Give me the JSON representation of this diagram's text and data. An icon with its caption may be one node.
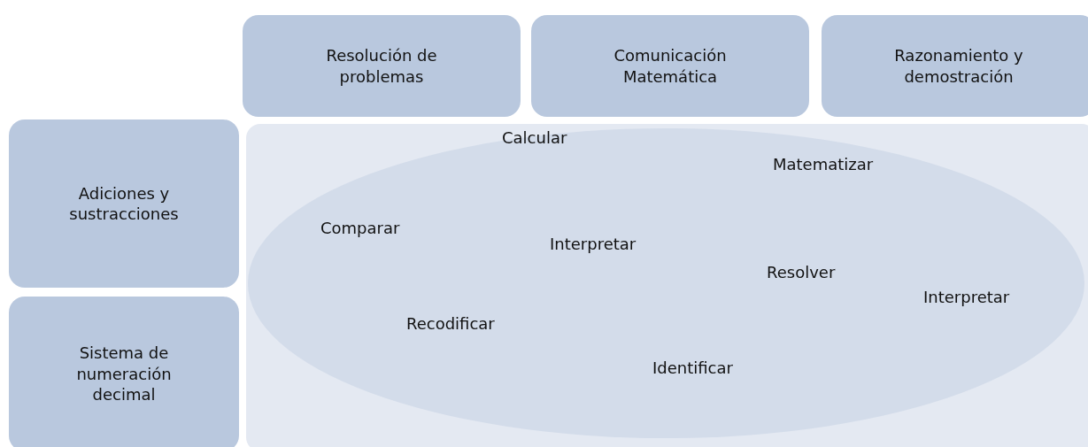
{
  "diagram": {
    "nodes": [
      {
        "text": [
          "Resolución de problemas"
        ]
      },
      {
        "text": [
          "Comunicación Matemática"
        ]
      },
      {
        "text": [
          "Razonamiento y demostración"
        ]
      },
      {
        "text": [
          "Adiciones y sustracciones"
        ]
      },
      {
        "text": [
          "Sistema de numeración decimal"
        ]
      },
      {
        "text": [],
        "shape": "box"
      },
      {
        "text": [
          "Calcular",
          "Matematizar",
          "Comparar",
          "Interpretar",
          "Resolver",
          "Interpretar",
          "Recodificar",
          "Identificar"
        ],
        "in": 5
      }
    ]
  }
}
